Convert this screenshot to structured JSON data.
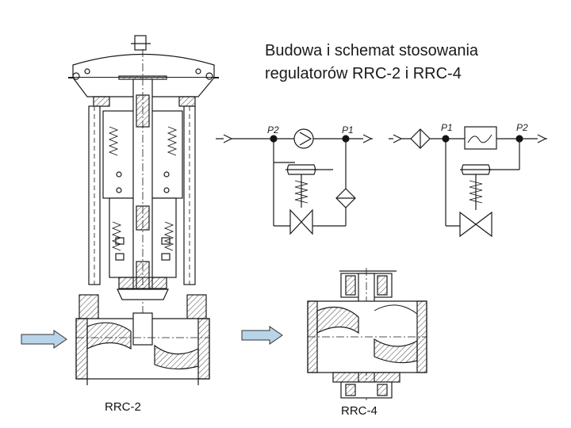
{
  "title": {
    "line1": "Budowa i schemat stosowania",
    "line2": "regulatorów RRC-2 i RRC-4"
  },
  "captions": {
    "rrc2": "RRC-2",
    "rrc4": "RRC-4"
  },
  "schematic_rrc2": {
    "label_p2": "P2",
    "label_p1": "P1"
  },
  "schematic_rrc4": {
    "label_p1": "P1",
    "label_p2": "P2"
  },
  "colors": {
    "flow_arrow_fill": "#b8d4e8",
    "line": "#1a1a1a",
    "hatch": "#444444"
  }
}
